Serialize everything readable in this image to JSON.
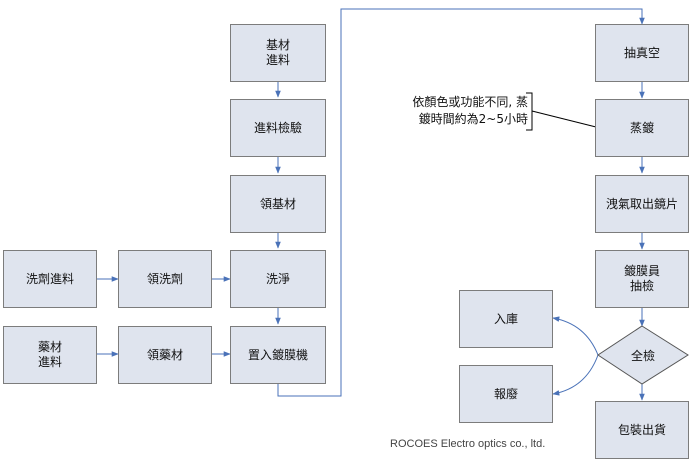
{
  "nodes": {
    "base_material_intake": "基材\n進料",
    "intake_inspection": "進料檢驗",
    "receive_base_material": "領基材",
    "detergent_intake": "洗劑進料",
    "receive_detergent": "領洗劑",
    "cleaning": "洗淨",
    "chemical_intake": "藥材\n進料",
    "receive_chemical": "領藥材",
    "load_coating_machine": "置入鍍膜機",
    "vacuum_pumping": "抽真空",
    "evaporation_coating": "蒸鍍",
    "vent_remove_lens": "洩氣取出鏡片",
    "coater_sampling": "鍍膜員\n抽檢",
    "full_inspection": "全檢",
    "warehousing": "入庫",
    "scrap": "報廢",
    "package_ship": "包裝出貨"
  },
  "annotation": "依顏色或功能不同, 蒸\n鍍時間約為2~5小時",
  "credit": "ROCOES Electro optics co., ltd.",
  "colors": {
    "box_fill": "#dfe4ee",
    "box_border": "#7c7c7c",
    "edge": "#4a72b8"
  }
}
